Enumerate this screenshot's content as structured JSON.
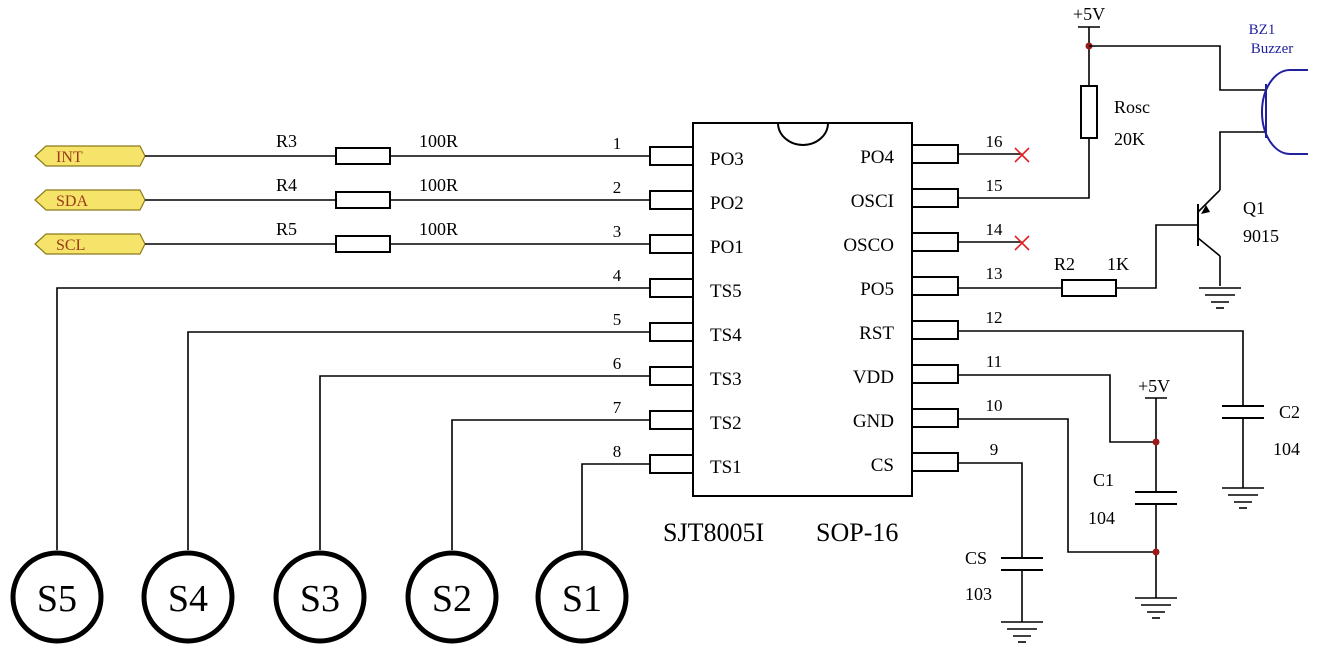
{
  "ic": {
    "part": "SJT8005I",
    "package": "SOP-16",
    "left_pins": [
      {
        "num": "1",
        "name": "PO3"
      },
      {
        "num": "2",
        "name": "PO2"
      },
      {
        "num": "3",
        "name": "PO1"
      },
      {
        "num": "4",
        "name": "TS5"
      },
      {
        "num": "5",
        "name": "TS4"
      },
      {
        "num": "6",
        "name": "TS3"
      },
      {
        "num": "7",
        "name": "TS2"
      },
      {
        "num": "8",
        "name": "TS1"
      }
    ],
    "right_pins": [
      {
        "num": "16",
        "name": "PO4"
      },
      {
        "num": "15",
        "name": "OSCI"
      },
      {
        "num": "14",
        "name": "OSCO"
      },
      {
        "num": "13",
        "name": "PO5"
      },
      {
        "num": "12",
        "name": "RST"
      },
      {
        "num": "11",
        "name": "VDD"
      },
      {
        "num": "10",
        "name": "GND"
      },
      {
        "num": "9",
        "name": "CS"
      }
    ]
  },
  "ports": [
    {
      "label": "INT",
      "resistor": "R3",
      "value": "100R"
    },
    {
      "label": "SDA",
      "resistor": "R4",
      "value": "100R"
    },
    {
      "label": "SCL",
      "resistor": "R5",
      "value": "100R"
    }
  ],
  "sensors": [
    "S5",
    "S4",
    "S3",
    "S2",
    "S1"
  ],
  "components": {
    "rosc": {
      "ref": "Rosc",
      "value": "20K"
    },
    "r2": {
      "ref": "R2",
      "value": "1K"
    },
    "q1": {
      "ref": "Q1",
      "value": "9015"
    },
    "bz1": {
      "ref": "BZ1",
      "value": "Buzzer"
    },
    "c1": {
      "ref": "C1",
      "value": "104"
    },
    "c2": {
      "ref": "C2",
      "value": "104"
    },
    "cs": {
      "ref": "CS",
      "value": "103"
    }
  },
  "power": {
    "top": "+5V",
    "c1": "+5V"
  }
}
